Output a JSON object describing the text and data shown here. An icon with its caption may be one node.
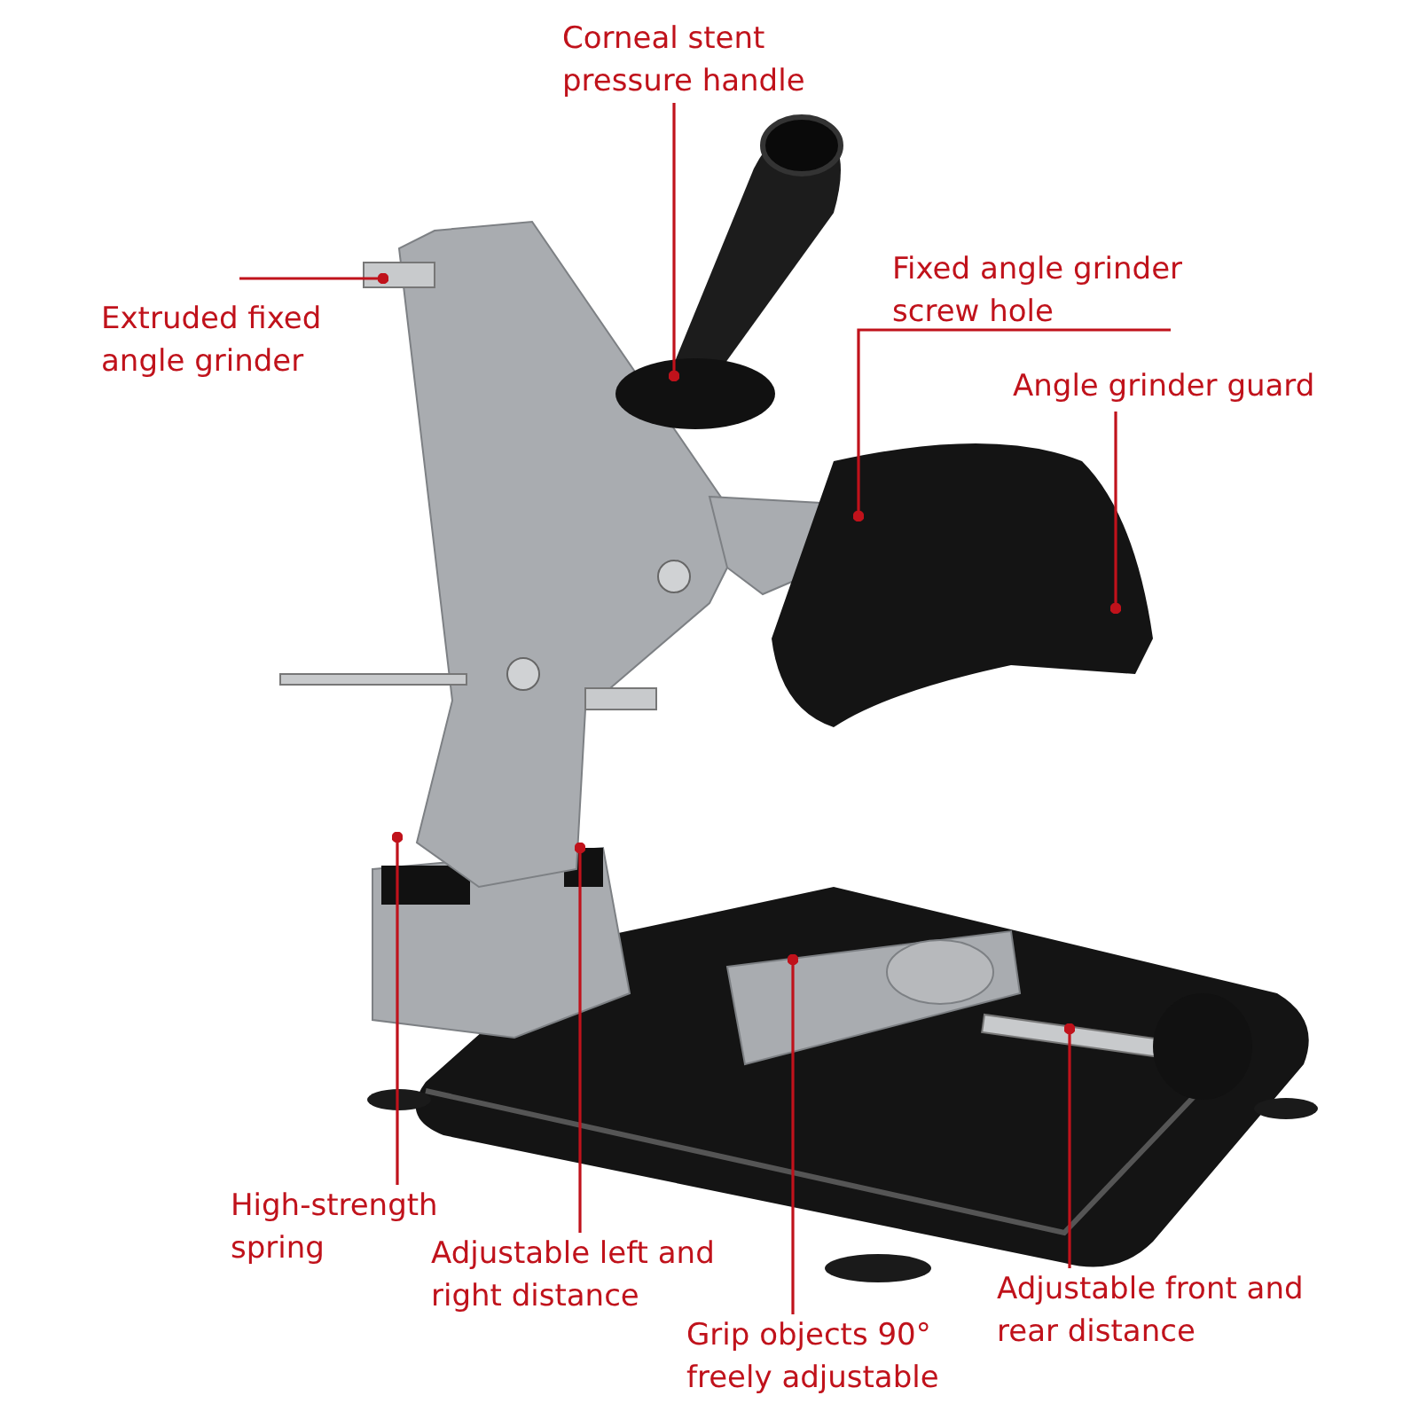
{
  "diagram": {
    "nodes": [
      {
        "text": [
          "Corneal stent pressure handle"
        ]
      },
      {
        "text": [
          "Extruded fixed angle grinder"
        ]
      },
      {
        "text": [
          "Fixed angle grinder screw hole"
        ]
      },
      {
        "text": [
          "Angle grinder guard"
        ]
      },
      {
        "text": [
          "High-strength spring"
        ]
      },
      {
        "text": [
          "Adjustable left and right distance"
        ]
      },
      {
        "text": [
          "Grip objects 90° freely adjustable"
        ]
      },
      {
        "text": [
          "Adjustable front and rear distance"
        ]
      }
    ],
    "edges": [
      {
        "from": 0,
        "to": null,
        "arrow": "other"
      },
      {
        "from": 1,
        "to": null,
        "arrow": "other"
      },
      {
        "from": 2,
        "to": null,
        "arrow": "other"
      },
      {
        "from": 3,
        "to": null,
        "arrow": "other"
      },
      {
        "from": 4,
        "to": null,
        "arrow": "other"
      },
      {
        "from": 5,
        "to": null,
        "arrow": "other"
      },
      {
        "from": 6,
        "to": null,
        "arrow": "other"
      },
      {
        "from": 7,
        "to": null,
        "arrow": "other"
      }
    ]
  }
}
